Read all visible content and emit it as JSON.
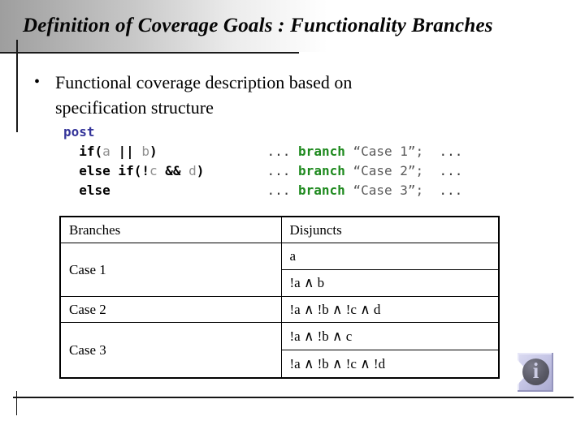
{
  "slide": {
    "title": "Definition of Coverage Goals : Functionality Branches",
    "bullet": "Functional coverage description based on specification structure",
    "bullet_marker": "•"
  },
  "code": {
    "lines": [
      [
        {
          "t": "post",
          "s": "n"
        }
      ],
      [
        {
          "t": "  ",
          "s": "p"
        },
        {
          "t": "if(",
          "s": "k"
        },
        {
          "t": "a",
          "s": "v"
        },
        {
          "t": " ",
          "s": "p"
        },
        {
          "t": "||",
          "s": "k"
        },
        {
          "t": " ",
          "s": "p"
        },
        {
          "t": "b",
          "s": "v"
        },
        {
          "t": ")",
          "s": "k"
        },
        {
          "t": "              ",
          "s": "p"
        },
        {
          "t": "...",
          "s": "d"
        },
        {
          "t": " ",
          "s": "p"
        },
        {
          "t": "branch",
          "s": "b"
        },
        {
          "t": " ",
          "s": "p"
        },
        {
          "t": "“Case 1”;",
          "s": "s"
        },
        {
          "t": "  ",
          "s": "p"
        },
        {
          "t": "...",
          "s": "d"
        }
      ],
      [
        {
          "t": "  else if(!",
          "s": "k"
        },
        {
          "t": "c",
          "s": "v"
        },
        {
          "t": " ",
          "s": "p"
        },
        {
          "t": "&&",
          "s": "k"
        },
        {
          "t": " ",
          "s": "p"
        },
        {
          "t": "d",
          "s": "v"
        },
        {
          "t": ")",
          "s": "k"
        },
        {
          "t": "        ",
          "s": "p"
        },
        {
          "t": "...",
          "s": "d"
        },
        {
          "t": " ",
          "s": "p"
        },
        {
          "t": "branch",
          "s": "b"
        },
        {
          "t": " ",
          "s": "p"
        },
        {
          "t": "“Case 2”;",
          "s": "s"
        },
        {
          "t": "  ",
          "s": "p"
        },
        {
          "t": "...",
          "s": "d"
        }
      ],
      [
        {
          "t": "  else",
          "s": "k"
        },
        {
          "t": "                    ",
          "s": "p"
        },
        {
          "t": "...",
          "s": "d"
        },
        {
          "t": " ",
          "s": "p"
        },
        {
          "t": "branch",
          "s": "b"
        },
        {
          "t": " ",
          "s": "p"
        },
        {
          "t": "“Case 3”;",
          "s": "s"
        },
        {
          "t": "  ",
          "s": "p"
        },
        {
          "t": "...",
          "s": "d"
        }
      ]
    ]
  },
  "table": {
    "headers": [
      "Branches",
      "Disjuncts"
    ],
    "cases": [
      {
        "name": "Case 1",
        "disjuncts": [
          "a",
          "!a ∧ b"
        ]
      },
      {
        "name": "Case 2",
        "disjuncts": [
          "!a ∧ !b ∧ !c ∧ d"
        ]
      },
      {
        "name": "Case 3",
        "disjuncts": [
          "!a ∧ !b ∧ c",
          "!a ∧ !b ∧ !c ∧ !d"
        ]
      }
    ]
  },
  "icons": {
    "info_letter": "i"
  },
  "colors": {
    "keyword_navy": "#333399",
    "keyword_green": "#1f8a1f",
    "identifier_gray": "#8f8f8f",
    "band_gray": "#9e9e9e",
    "icon_lavender": "#c6c6e6",
    "icon_circle": "#5a5a66"
  }
}
